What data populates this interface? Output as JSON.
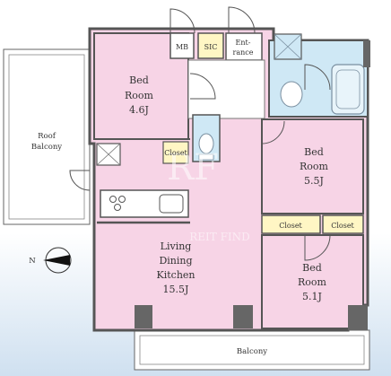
{
  "colors": {
    "room_fill": "#f7d4e6",
    "wet_fill": "#cfe8f5",
    "closet_fill": "#fff6c4",
    "wall": "#555555",
    "fixture_stroke": "#7a8fa0"
  },
  "rooms": {
    "bed_a": {
      "line1": "Bed",
      "line2": "Room",
      "size": "4.6J"
    },
    "bed_b": {
      "line1": "Bed",
      "line2": "Room",
      "size": "5.5J"
    },
    "bed_c": {
      "line1": "Bed",
      "line2": "Room",
      "size": "5.1J"
    },
    "ldk": {
      "line1": "Living",
      "line2": "Dining",
      "line3": "Kitchen",
      "size": "15.5J"
    }
  },
  "labels": {
    "mb": "MB",
    "sic": "SIC",
    "entrance_1": "Ent-",
    "entrance_2": "rance",
    "closet_small": "Closet",
    "closet_left": "Closet",
    "closet_right": "Closet",
    "roof_balcony_1": "Roof",
    "roof_balcony_2": "Balcony",
    "balcony": "Balcony",
    "compass": "N"
  },
  "watermark": {
    "logo": "RF",
    "text": "REIT FIND"
  }
}
